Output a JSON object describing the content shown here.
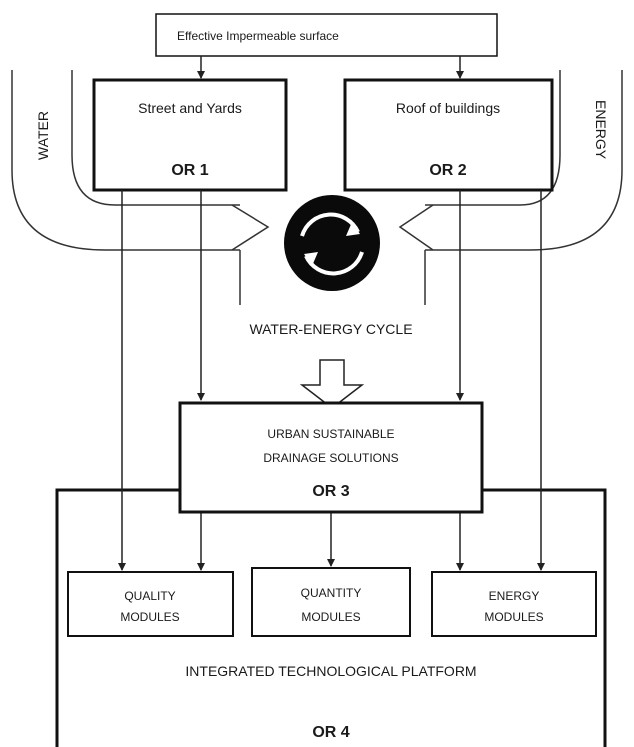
{
  "top_box": {
    "label": "Effective Impermeable surface"
  },
  "or1": {
    "label": "Street and Yards",
    "code": "OR 1"
  },
  "or2": {
    "label": "Roof of buildings",
    "code": "OR 2"
  },
  "side_labels": {
    "left": "WATER",
    "right": "ENERGY"
  },
  "cycle": {
    "label": "WATER-ENERGY CYCLE"
  },
  "or3": {
    "line1": "URBAN SUSTAINABLE",
    "line2": "DRAINAGE SOLUTIONS",
    "code": "OR 3"
  },
  "modules": {
    "quality": {
      "line1": "QUALITY",
      "line2": "MODULES"
    },
    "quantity": {
      "line1": "QUANTITY",
      "line2": "MODULES"
    },
    "energy": {
      "line1": "ENERGY",
      "line2": "MODULES"
    }
  },
  "or4": {
    "label": "INTEGRATED TECHNOLOGICAL PLATFORM",
    "code": "OR 4"
  }
}
